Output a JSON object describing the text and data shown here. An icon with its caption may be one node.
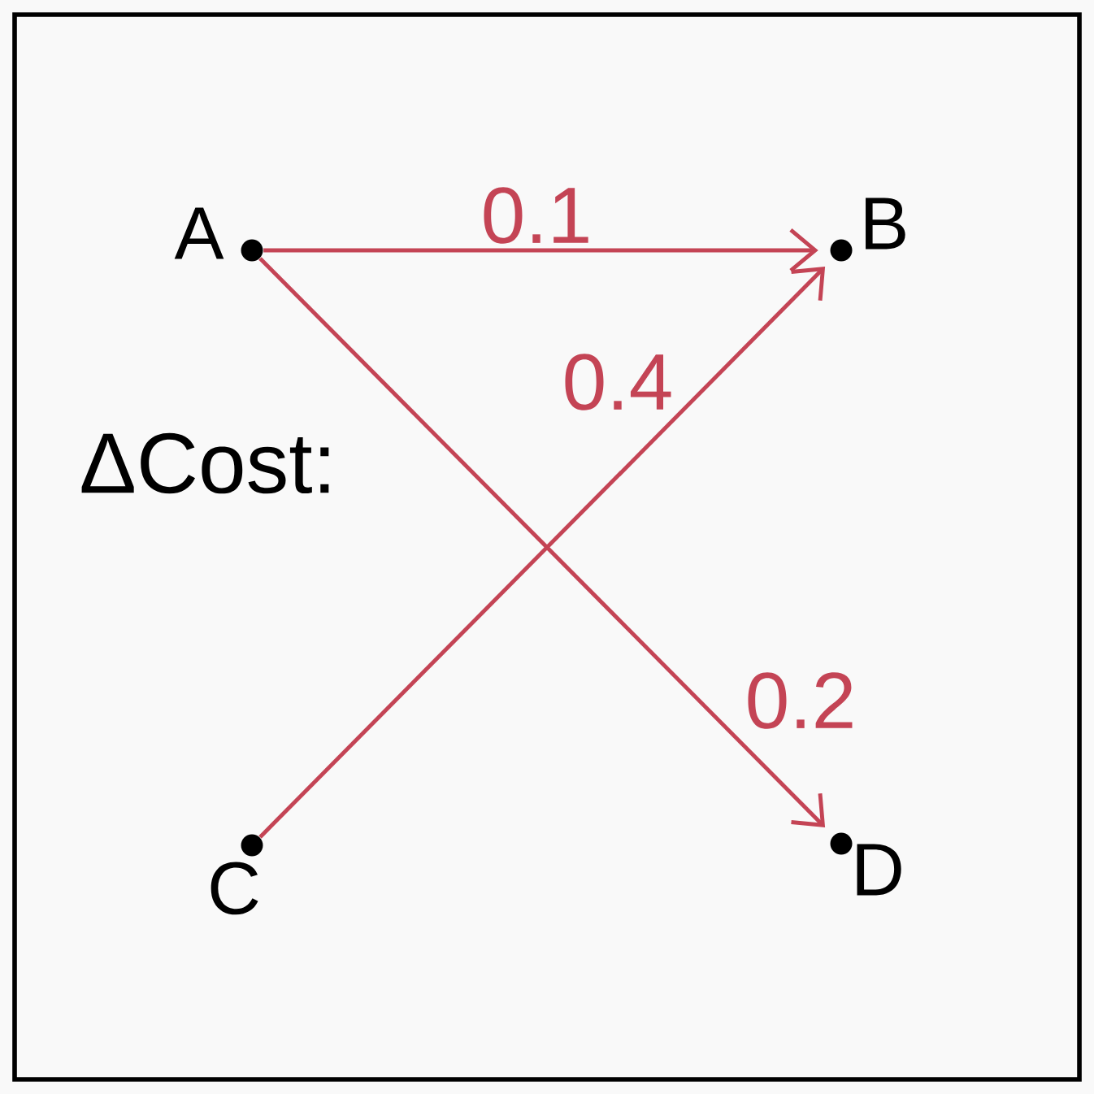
{
  "diagram": {
    "nodes": [
      {
        "text": [
          "A"
        ]
      },
      {
        "text": [
          "B"
        ]
      },
      {
        "text": [
          "C"
        ]
      },
      {
        "text": [
          "D"
        ]
      }
    ],
    "edges": [
      {
        "from": 0,
        "to": 1,
        "arrow": "to",
        "label": "0.1"
      },
      {
        "from": 2,
        "to": 1,
        "arrow": "to",
        "label": "0.4"
      },
      {
        "from": 0,
        "to": 3,
        "arrow": "to",
        "label": "0.2"
      }
    ],
    "labels": [
      "ΔCost:"
    ]
  }
}
